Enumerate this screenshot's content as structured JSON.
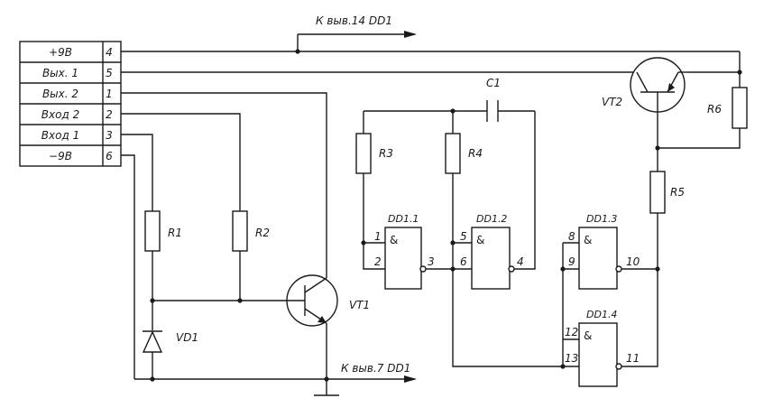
{
  "connector": {
    "rows": [
      {
        "label": "+9В",
        "pin": "4"
      },
      {
        "label": "Вых. 1",
        "pin": "5"
      },
      {
        "label": "Вых. 2",
        "pin": "1"
      },
      {
        "label": "Вход 2",
        "pin": "2"
      },
      {
        "label": "Вход 1",
        "pin": "3"
      },
      {
        "label": "−9В",
        "pin": "6"
      }
    ]
  },
  "notes": {
    "top": "К выв.14 DD1",
    "bottom": "К выв.7 DD1"
  },
  "components": {
    "r1": "R1",
    "r2": "R2",
    "r3": "R3",
    "r4": "R4",
    "r5": "R5",
    "r6": "R6",
    "c1": "C1",
    "vd1": "VD1",
    "vt1": "VT1",
    "vt2": "VT2"
  },
  "gates": [
    {
      "name": "DD1.1",
      "sym": "&",
      "in_a": "1",
      "in_b": "2",
      "out": "3"
    },
    {
      "name": "DD1.2",
      "sym": "&",
      "in_a": "5",
      "in_b": "6",
      "out": "4"
    },
    {
      "name": "DD1.3",
      "sym": "&",
      "in_a": "8",
      "in_b": "9",
      "out": "10"
    },
    {
      "name": "DD1.4",
      "sym": "&",
      "in_a": "12",
      "in_b": "13",
      "out": "11"
    }
  ]
}
